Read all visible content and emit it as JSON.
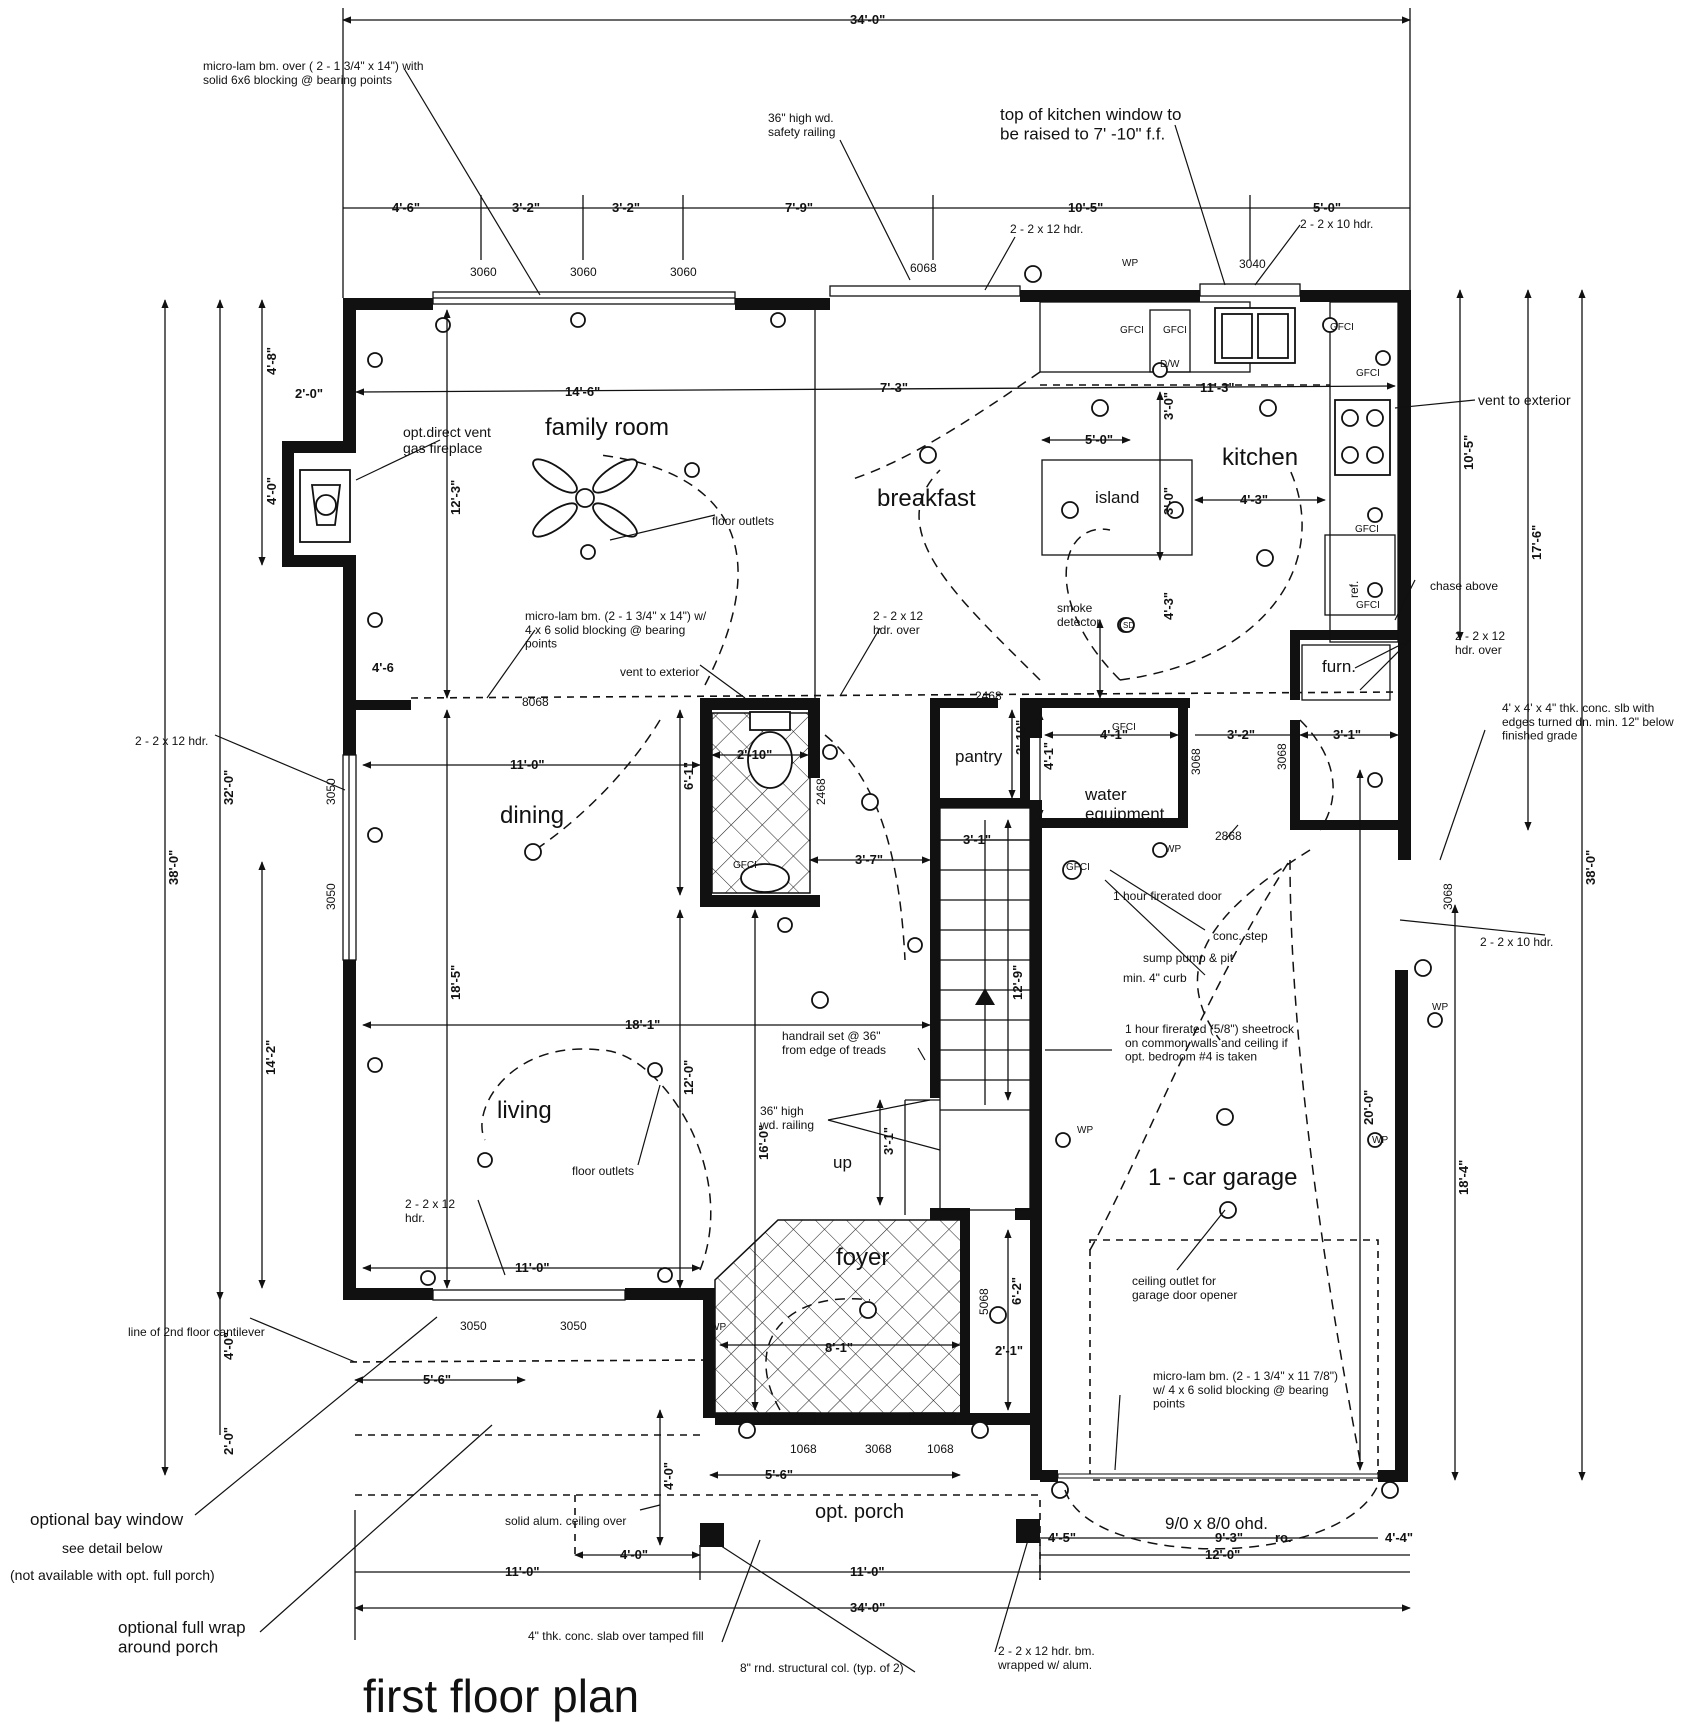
{
  "title": "first floor plan",
  "rooms": {
    "family_room": "family room",
    "breakfast": "breakfast",
    "kitchen": "kitchen",
    "island": "island",
    "dining": "dining",
    "living": "living",
    "foyer": "foyer",
    "pantry": "pantry",
    "water_equipment": "water\nequipment",
    "garage": "1 - car garage",
    "porch": "opt. porch",
    "furn": "furn.",
    "ref": "ref.",
    "up": "up"
  },
  "dimensions": {
    "overall_top": "34'-0\"",
    "overall_bottom": "34'-0\"",
    "top_segments": [
      "4'-6\"",
      "3'-2\"",
      "3'-2\"",
      "7'-9\"",
      "10'-5\"",
      "5'-0\""
    ],
    "family_width": "14'-6\"",
    "breakfast_width": "7'-3\"",
    "kitchen_width": "11'-3\"",
    "fireplace_width": "2'-0\"",
    "left_4_8": "4'-8\"",
    "left_4_0": "4'-0\"",
    "family_depth": "12'-3\"",
    "dining_depth": "18'-5\"",
    "small_4_6": "4'-6",
    "dining_width": "11'-0\"",
    "bath_width": "2'-10\"",
    "bath_depth": "6'-1\"",
    "hall_3_7": "3'-7\"",
    "stair_3_1": "3'-1\"",
    "stair_run": "12'-9\"",
    "living_width": "18'-1\"",
    "living_14_2": "14'-2\"",
    "living_12_0": "12'-0\"",
    "hall_16_0": "16'-0\"",
    "bottom_11_0": "11'-0\"",
    "land_3_1": "3'-1\"",
    "island_5_0": "5'-0\"",
    "island_3_0_a": "3'-0\"",
    "island_3_0_b": "3'-0\"",
    "island_4_3": "4'-3\"",
    "island_4_3v": "4'-3\"",
    "kitchen_depth": "10'-5\"",
    "right_17_6": "17'-6\"",
    "right_38_0": "38'-0\"",
    "left_38_0": "38'-0\"",
    "left_32_0": "32'-0\"",
    "left_4_0b": "4'-0\"",
    "left_2_0": "2'-0\"",
    "pantry_2_10": "2'-10\"",
    "water_4_1": "4'-1\"",
    "water_4_1v": "4'-1\"",
    "hall_3_2": "3'-2\"",
    "furn_3_1": "3'-1\"",
    "foyer_8_1": "8'-1\"",
    "foyer_6_2": "6'-2\"",
    "foyer_2_1": "2'-1\"",
    "porch_5_6": "5'-6\"",
    "porch_4_0": "4'-0\"",
    "front_5_6": "5'-6\"",
    "front_4_0": "4'-0\"",
    "bottom_11_0a": "11'-0\"",
    "bottom_11_0b": "11'-0\"",
    "bottom_12_0": "12'-0\"",
    "garage_20_0": "20'-0\"",
    "garage_18_4": "18'-4\"",
    "garage_4_5": "4'-5\"",
    "garage_9_3": "9'-3\"",
    "garage_ro": "ro.",
    "garage_4_4": "4'-4\""
  },
  "window_tags": {
    "w3060_a": "3060",
    "w3060_b": "3060",
    "w3060_c": "3060",
    "w6068": "6068",
    "w3040": "3040",
    "w3050_a": "3050",
    "w3050_b": "3050",
    "w3050_c": "3050",
    "w3050_d": "3050",
    "d8068": "8068",
    "d2468": "2468",
    "d2468b": "2468",
    "d3068_a": "3068",
    "d3068_b": "3068",
    "d2868": "2868",
    "d3068_c": "3068",
    "d5068": "5068",
    "d1068_a": "1068",
    "d3068_d": "3068",
    "d1068_b": "1068"
  },
  "labels": {
    "gfci": "GFCI",
    "dw": "D/W",
    "wp": "WP",
    "sd": "SD"
  },
  "notes": {
    "microlam_top": "micro-lam bm. over ( 2 - 1 3/4\" x 14\") with\nsolid 6x6 blocking @ bearing points",
    "railing_top": "36\" high wd.\nsafety railing",
    "kitchen_window": "top of kitchen window to\nbe raised to 7' -10\" f.f.",
    "hdr_2x12_top": "2 - 2 x 12 hdr.",
    "hdr_2x10_top": "2 - 2 x 10 hdr.",
    "vent_exterior_kitchen": "vent to exterior",
    "fireplace": "opt.direct vent\ngas fireplace",
    "floor_outlets_a": "floor outlets",
    "microlam_mid": "micro-lam bm. (2 - 1 3/4\" x 14\") w/\n4 x 6 solid blocking @ bearing\npoints",
    "hdr_over_mid": "2 - 2 x 12\nhdr. over",
    "vent_exterior_bath": "vent to exterior",
    "smoke": "smoke\ndetector",
    "chase": "chase above",
    "hdr_over_furn": "2 - 2 x 12\nhdr. over",
    "slab": "4' x 4' x 4\" thk. conc. slb with\nedges turned dn. min. 12\" below\nfinished grade",
    "hdr_2x12_left": "2 - 2 x 12 hdr.",
    "firedoor": "1 hour firerated door",
    "conc_step": "conc. step",
    "sump": "sump pump & pit",
    "curb": "min. 4\" curb",
    "hdr_2x10_right": "2 - 2 x 10 hdr.",
    "handrail": "handrail set @ 36\"\nfrom edge of treads",
    "sheetrock": "1 hour firerated (5/8\") sheetrock\non common walls and ceiling if\nopt. bedroom #4 is taken",
    "railing_mid": "36\" high\nwd. railing",
    "floor_outlets_b": "floor outlets",
    "hdr_2x12_living": "2 - 2 x 12\nhdr.",
    "garage_opener": "ceiling outlet for\ngarage door opener",
    "cantilever": "line of 2nd floor cantilever",
    "microlam_garage": "micro-lam bm. (2 - 1 3/4\" x 11 7/8\")\nw/ 4 x 6 solid blocking @ bearing\npoints",
    "ohd": "9/0 x 8/0 ohd.",
    "alum_ceiling": "solid alum. ceiling over",
    "bay": "optional bay window",
    "bay_detail": "see detail below",
    "bay_na": "(not available with opt. full porch)",
    "wrap": "optional full wrap\naround porch",
    "conc_slab": "4\" thk. conc. slab over tamped fill",
    "column": "8\" rnd. structural col. (typ. of 2)",
    "hdr_bm": "2 - 2 x 12 hdr. bm.\nwrapped w/ alum."
  }
}
